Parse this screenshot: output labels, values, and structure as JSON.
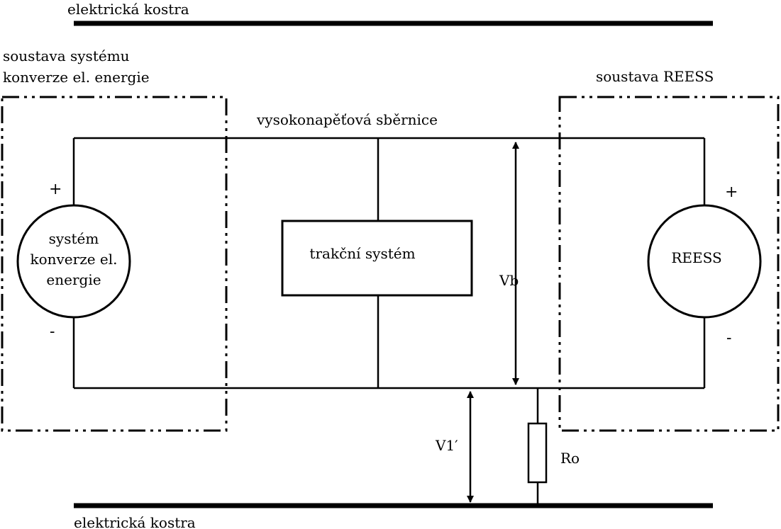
{
  "labels": {
    "ground_top": "elektrická kostra",
    "ground_bottom": "elektrická kostra",
    "left_assembly_line1": "soustava systému",
    "left_assembly_line2": "konverze el. energie",
    "right_assembly": "soustava REESS",
    "hv_bus": "vysokonapěťová sběrnice",
    "left_source_line1": "systém",
    "left_source_line2": "konverze el.",
    "left_source_line3": "energie",
    "traction_system": "trakční systém",
    "reess": "REESS",
    "vb": "Vb",
    "v1": "V1′",
    "ro": "Ro",
    "plus": "+",
    "minus": "-"
  }
}
